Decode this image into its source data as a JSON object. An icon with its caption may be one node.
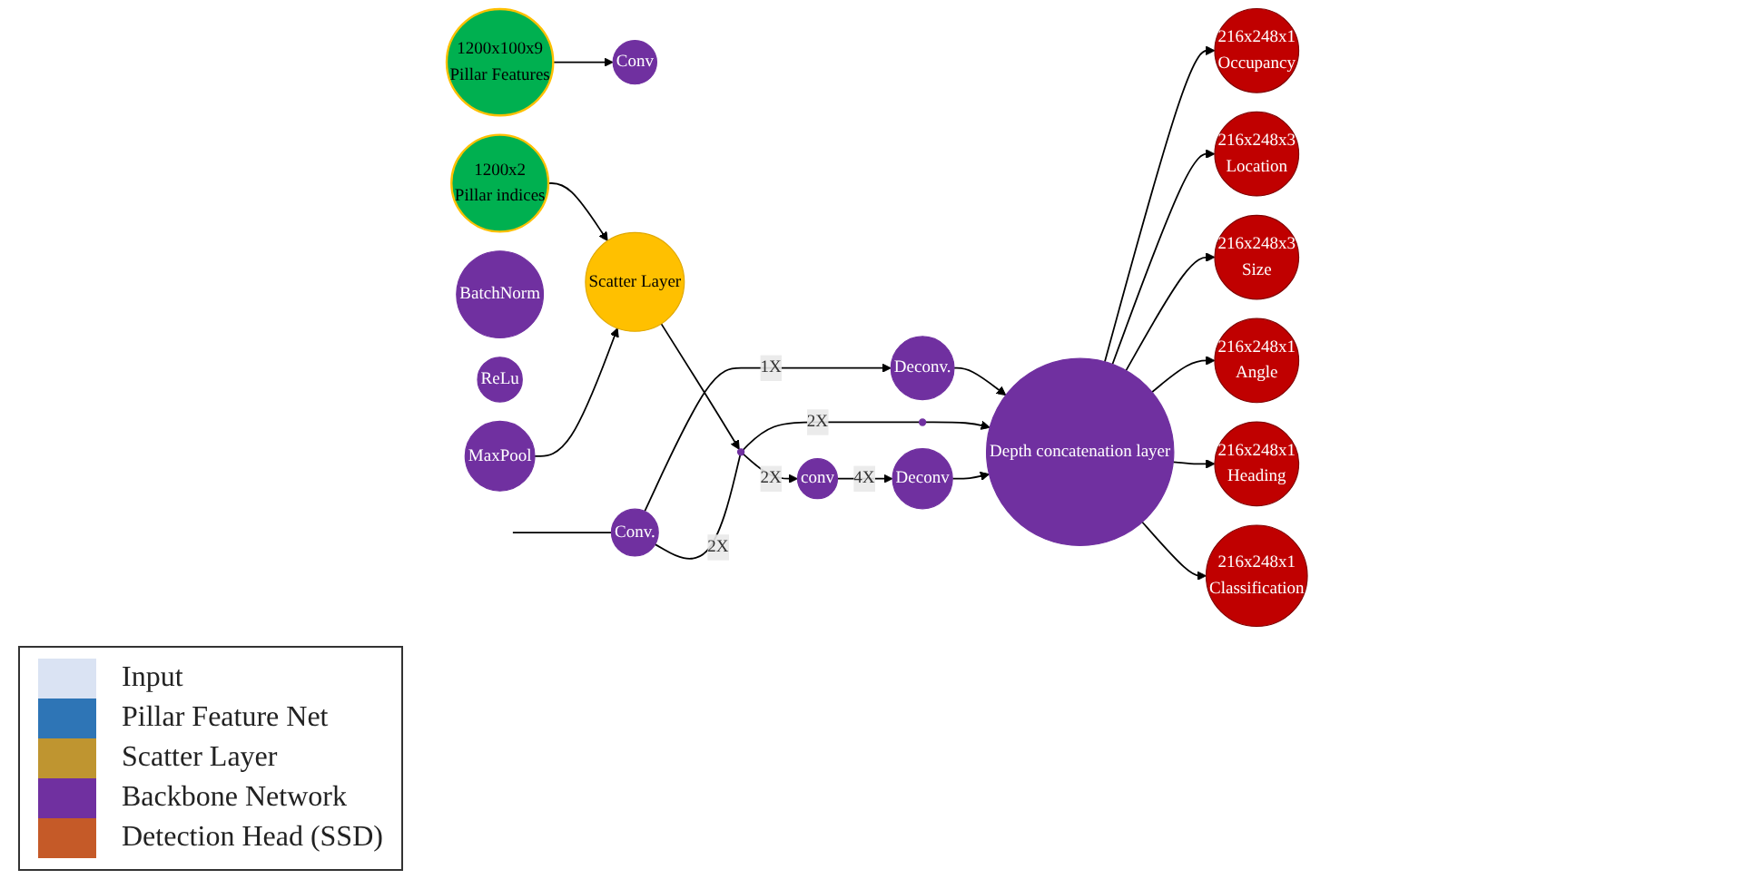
{
  "diagram": {
    "nodes": [
      {
        "text": [
          "1200x2",
          "Pillar indices"
        ]
      },
      {
        "text": [
          "1200x100x9",
          "Pillar Features"
        ]
      },
      {
        "text": [
          "Conv"
        ]
      },
      {
        "text": [
          "BatchNorm"
        ]
      },
      {
        "text": [
          "ReLu"
        ]
      },
      {
        "text": [
          "MaxPool"
        ]
      },
      {
        "text": [
          "Scatter Layer"
        ]
      },
      {
        "text": [
          "Conv."
        ]
      },
      {
        "text": [
          "Deconv."
        ]
      },
      {
        "text": [],
        "shape": "circle"
      },
      {
        "text": [],
        "shape": "circle"
      },
      {
        "text": [
          "conv"
        ]
      },
      {
        "text": [
          "Deconv"
        ]
      },
      {
        "text": [
          "Depth concatenation layer"
        ]
      },
      {
        "text": [
          "216x248x1",
          "Occupancy"
        ]
      },
      {
        "text": [
          "216x248x3",
          "Location"
        ]
      },
      {
        "text": [
          "216x248x3",
          "Size"
        ]
      },
      {
        "text": [
          "216x248x1",
          "Angle"
        ]
      },
      {
        "text": [
          "216x248x1",
          "Heading"
        ]
      },
      {
        "text": [
          "216x248x1",
          "Classification"
        ]
      }
    ],
    "edges": [
      {
        "from": 0,
        "to": 6,
        "arrow": "to"
      },
      {
        "from": 1,
        "to": 2,
        "arrow": "to"
      },
      {
        "from": 5,
        "to": 6,
        "arrow": "to"
      },
      {
        "from": 6,
        "to": 9,
        "arrow": "to"
      },
      {
        "from": null,
        "to": 7,
        "arrow": "none"
      },
      {
        "from": 7,
        "to": 8,
        "arrow": "to",
        "label": "1X"
      },
      {
        "from": 7,
        "to": 9,
        "arrow": "none",
        "label": "2X"
      },
      {
        "from": 9,
        "to": 10,
        "arrow": "none",
        "label": "2X"
      },
      {
        "from": 9,
        "to": 11,
        "arrow": "to",
        "label": "2X"
      },
      {
        "from": 11,
        "to": 12,
        "arrow": "to",
        "label": "4X"
      },
      {
        "from": 8,
        "to": 13,
        "arrow": "to"
      },
      {
        "from": 10,
        "to": 13,
        "arrow": "to"
      },
      {
        "from": 12,
        "to": 13,
        "arrow": "to"
      },
      {
        "from": 13,
        "to": 14,
        "arrow": "to"
      },
      {
        "from": 13,
        "to": 15,
        "arrow": "to"
      },
      {
        "from": 13,
        "to": 16,
        "arrow": "to"
      },
      {
        "from": 13,
        "to": 17,
        "arrow": "to"
      },
      {
        "from": 13,
        "to": 18,
        "arrow": "to"
      },
      {
        "from": 13,
        "to": 19,
        "arrow": "to"
      }
    ],
    "legend": [
      {
        "text": "Input",
        "color": "#dae3f3"
      },
      {
        "text": "Pillar Feature Net",
        "color": "#2e75b6"
      },
      {
        "text": "Scatter Layer",
        "color": "#bf9530"
      },
      {
        "text": "Backbone Network",
        "color": "#7030a0"
      },
      {
        "text": "Detection Head (SSD)",
        "color": "#c55a28"
      }
    ]
  }
}
